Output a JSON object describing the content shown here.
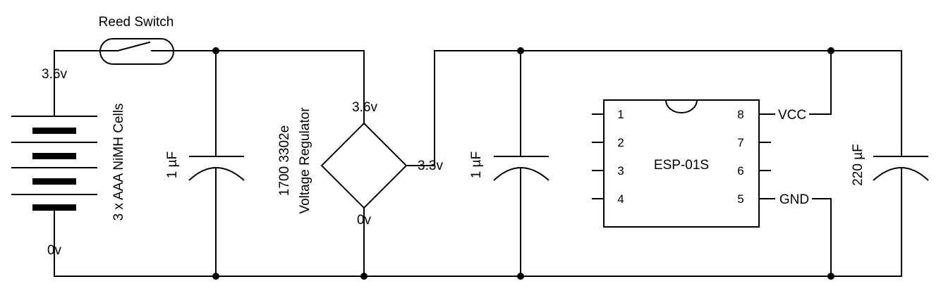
{
  "labels": {
    "reed_switch": "Reed Switch",
    "battery_top": "3.6v",
    "battery_bottom": "0v",
    "battery_name": "3 x AAA NiMH Cells",
    "cap1": "1 µF",
    "cap2": "1 µF",
    "cap3": "220 µF",
    "regulator_line1": "1700 3302e",
    "regulator_line2": "Voltage Regulator",
    "reg_in": "3.6v",
    "reg_out": "3.3v",
    "reg_gnd": "0v",
    "chip_name": "ESP-01S",
    "vcc": "VCC",
    "gnd": "GND"
  },
  "chip_pins": {
    "left": [
      "1",
      "2",
      "3",
      "4"
    ],
    "right": [
      "8",
      "7",
      "6",
      "5"
    ]
  }
}
